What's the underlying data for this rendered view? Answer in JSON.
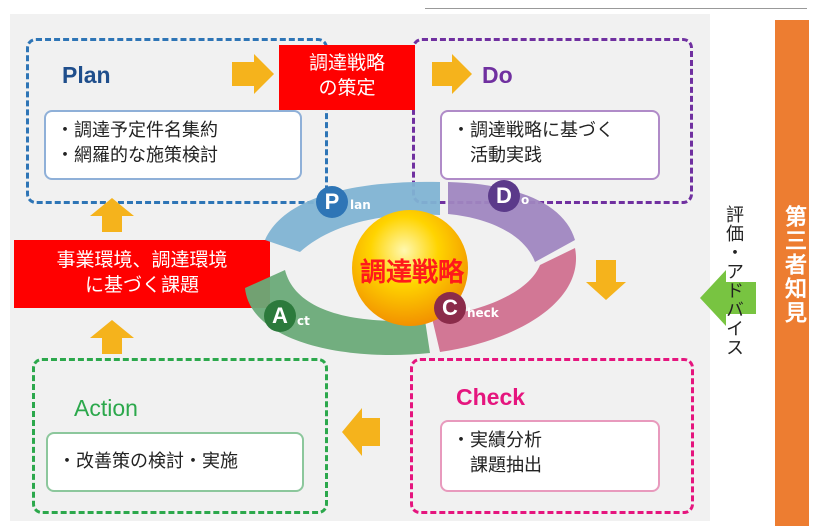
{
  "plan": {
    "title": "Plan",
    "items": [
      "・調達予定件名集約",
      "・網羅的な施策検討"
    ]
  },
  "do": {
    "title": "Do",
    "items": [
      "・調達戦略に基づく",
      "　活動実践"
    ]
  },
  "check": {
    "title": "Check",
    "items": [
      "・実績分析",
      "　課題抽出"
    ]
  },
  "action": {
    "title": "Action",
    "items": [
      "・改善策の検討・実施"
    ]
  },
  "strategy_box": [
    "調達戦略",
    "の策定"
  ],
  "issues_box": [
    "事業環境、調達環境",
    "に基づく課題"
  ],
  "center_label": "調達戦略",
  "cycle": {
    "p": "P",
    "p_sub": "lan",
    "d": "D",
    "d_sub": "o",
    "c": "C",
    "c_sub": "heck",
    "a": "A",
    "a_sub": "ct"
  },
  "evaluation": "評価・アドバイス",
  "side_label": "第三者知見",
  "colors": {
    "plan": "#2e75b6",
    "do": "#7030a0",
    "check": "#e5157e",
    "action": "#2ca84c",
    "arrow": "#f5b31c",
    "red": "#ff0000",
    "orange": "#ed7d31"
  }
}
